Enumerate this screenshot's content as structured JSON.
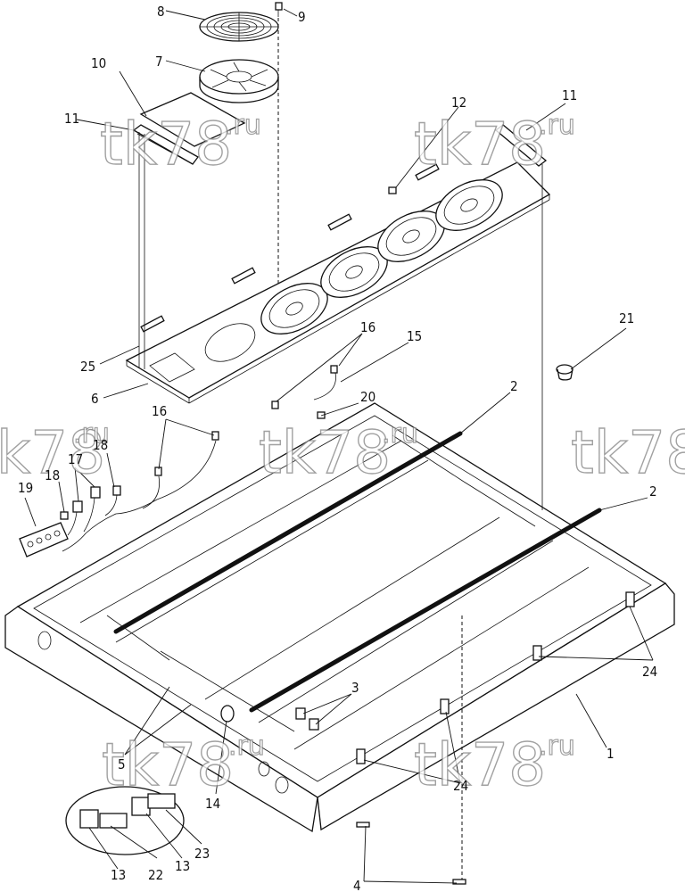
{
  "watermark": {
    "main": "tk78",
    "suffix": ".ru"
  },
  "callouts": [
    {
      "id": "c8",
      "text": "8"
    },
    {
      "id": "c9",
      "text": "9"
    },
    {
      "id": "c10",
      "text": "10"
    },
    {
      "id": "c7",
      "text": "7"
    },
    {
      "id": "c11a",
      "text": "11"
    },
    {
      "id": "c12",
      "text": "12"
    },
    {
      "id": "c11b",
      "text": "11"
    },
    {
      "id": "c21",
      "text": "21"
    },
    {
      "id": "c16a",
      "text": "16"
    },
    {
      "id": "c15",
      "text": "15"
    },
    {
      "id": "c25",
      "text": "25"
    },
    {
      "id": "c6",
      "text": "6"
    },
    {
      "id": "c20",
      "text": "20"
    },
    {
      "id": "c2a",
      "text": "2"
    },
    {
      "id": "c16b",
      "text": "16"
    },
    {
      "id": "c18a",
      "text": "18"
    },
    {
      "id": "c18b",
      "text": "18"
    },
    {
      "id": "c17",
      "text": "17"
    },
    {
      "id": "c19",
      "text": "19"
    },
    {
      "id": "c2b",
      "text": "2"
    },
    {
      "id": "c24a",
      "text": "24"
    },
    {
      "id": "c3",
      "text": "3"
    },
    {
      "id": "c1",
      "text": "1"
    },
    {
      "id": "c5",
      "text": "5"
    },
    {
      "id": "c14",
      "text": "14"
    },
    {
      "id": "c24b",
      "text": "24"
    },
    {
      "id": "c23",
      "text": "23"
    },
    {
      "id": "c13a",
      "text": "13"
    },
    {
      "id": "c22",
      "text": "22"
    },
    {
      "id": "c13b",
      "text": "13"
    },
    {
      "id": "c4",
      "text": "4"
    }
  ]
}
